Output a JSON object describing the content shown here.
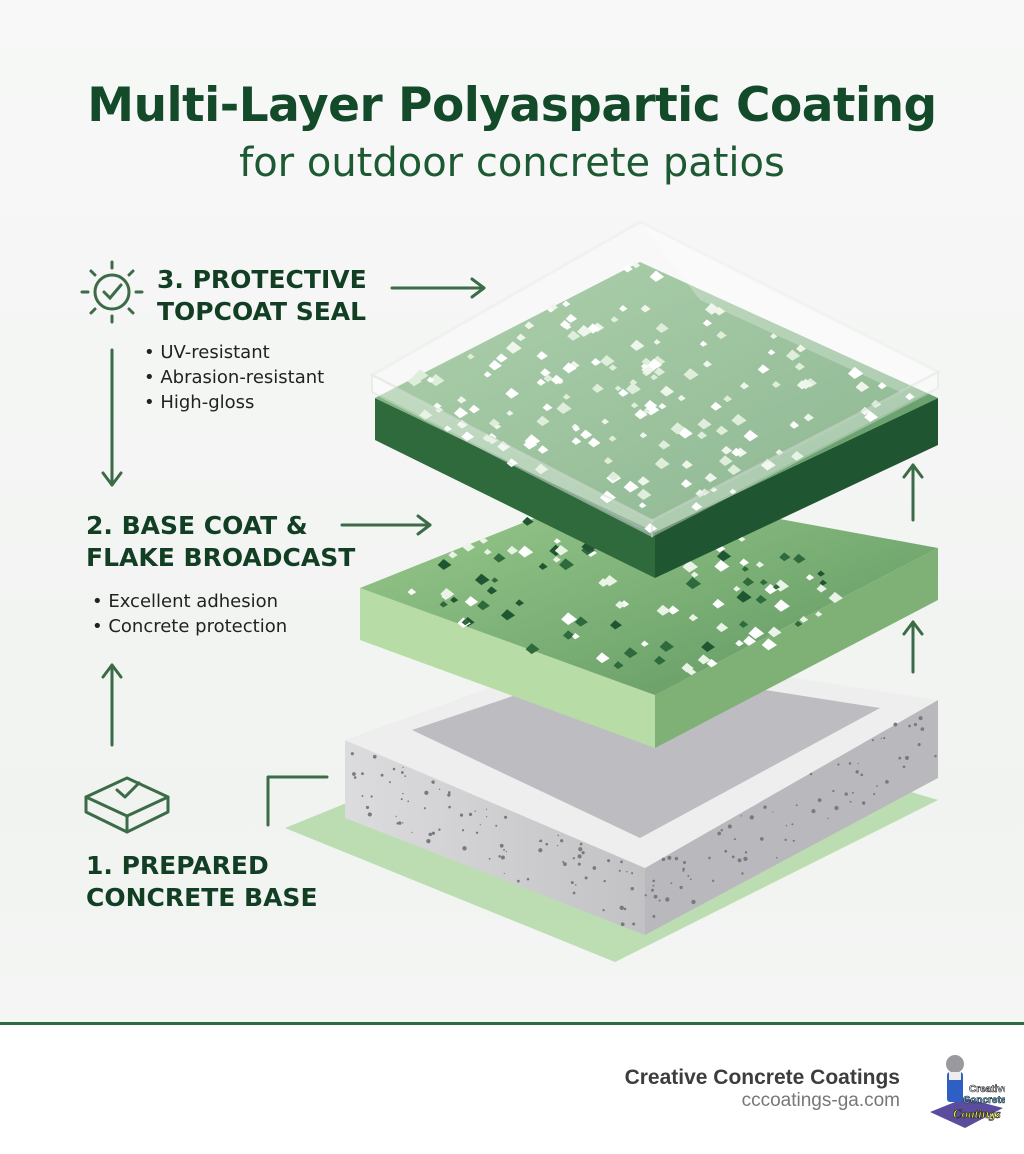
{
  "title": "Multi-Layer Polyaspartic Coating",
  "subtitle": "for outdoor concrete patios",
  "layers": [
    {
      "label_line1": "3. PROTECTIVE",
      "label_line2": "TOPCOAT SEAL",
      "icon": "sun-check-icon",
      "bullets": [
        "UV-resistant",
        "Abrasion-resistant",
        "High-gloss"
      ]
    },
    {
      "label_line1": "2. BASE COAT &",
      "label_line2": "FLAKE BROADCAST",
      "bullets": [
        "Excellent adhesion",
        "Concrete protection"
      ]
    },
    {
      "label_line1": "1. PREPARED",
      "label_line2": "CONCRETE BASE",
      "icon": "slab-check-icon"
    }
  ],
  "footer": {
    "company": "Creative Concrete Coatings",
    "url": "cccoatings-ga.com",
    "logo_text": "Creative Concrete Coatings"
  },
  "colors": {
    "dark_green": "#134a29",
    "mid_green": "#4f8a5c",
    "light_green": "#b9dcaa",
    "concrete": "#cfcfd1",
    "accent_line": "#2f6a43"
  }
}
